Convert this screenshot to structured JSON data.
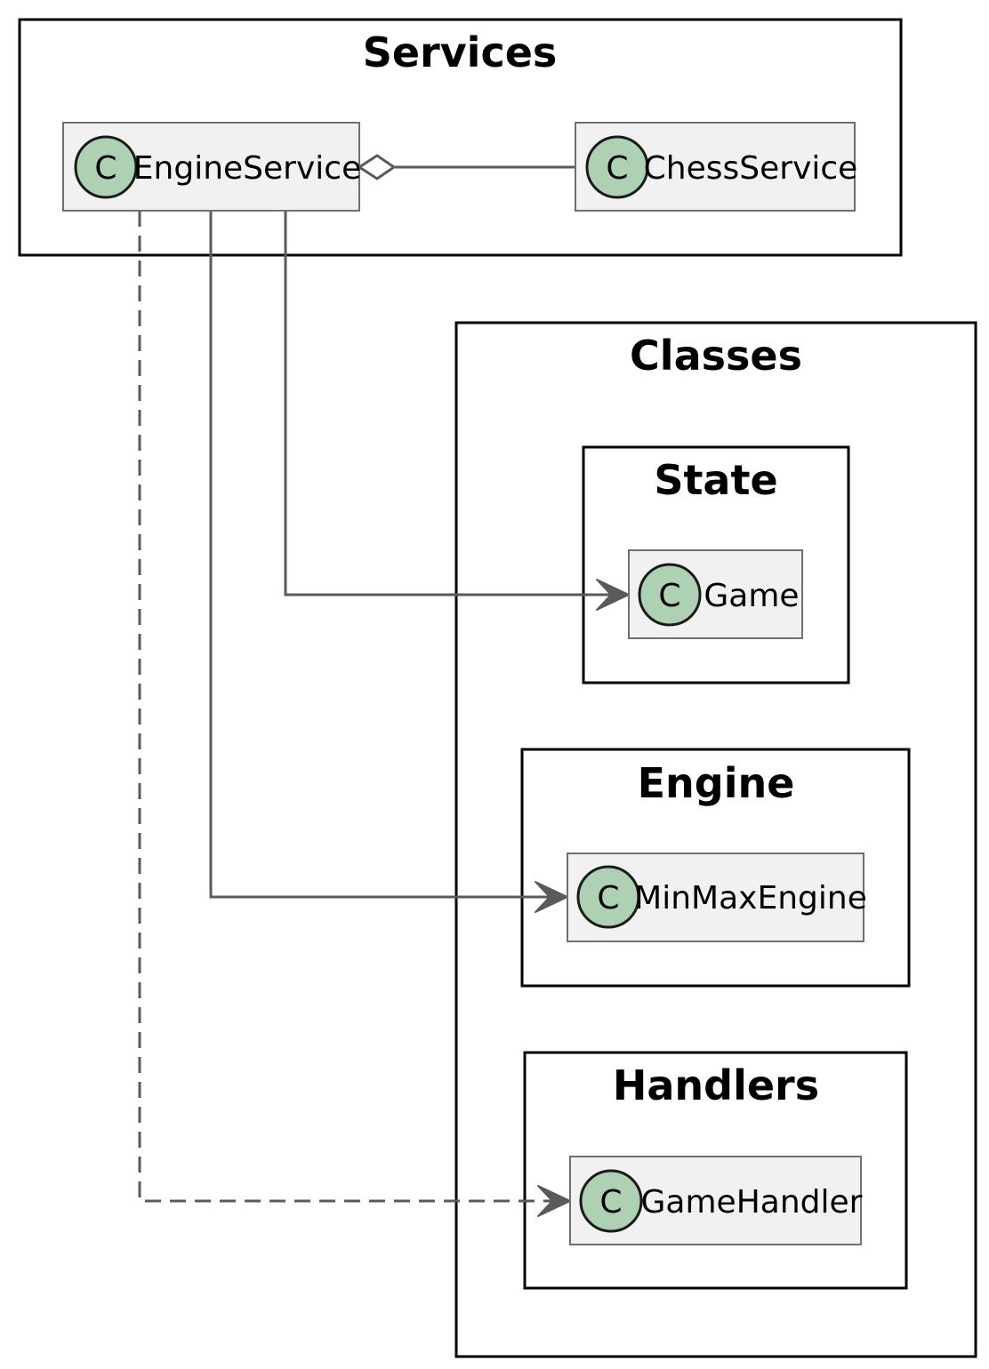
{
  "packages": {
    "services": {
      "title": "Services"
    },
    "classes": {
      "title": "Classes"
    },
    "state": {
      "title": "State"
    },
    "engine": {
      "title": "Engine"
    },
    "handlers": {
      "title": "Handlers"
    }
  },
  "classes": {
    "engine_service": {
      "name": "EngineService",
      "stereotype": "C"
    },
    "chess_service": {
      "name": "ChessService",
      "stereotype": "C"
    },
    "game": {
      "name": "Game",
      "stereotype": "C"
    },
    "minmax_engine": {
      "name": "MinMaxEngine",
      "stereotype": "C"
    },
    "game_handler": {
      "name": "GameHandler",
      "stereotype": "C"
    }
  },
  "relations": [
    {
      "from": "EngineService",
      "to": "ChessService",
      "kind": "aggregation"
    },
    {
      "from": "EngineService",
      "to": "Game",
      "kind": "association"
    },
    {
      "from": "EngineService",
      "to": "MinMaxEngine",
      "kind": "association"
    },
    {
      "from": "EngineService",
      "to": "GameHandler",
      "kind": "dependency"
    }
  ],
  "colors": {
    "class_fill": "#f1f1f1",
    "class_border": "#707070",
    "circle_fill": "#add1b2",
    "edge": "#5a5a5a",
    "package_border": "#000000"
  }
}
